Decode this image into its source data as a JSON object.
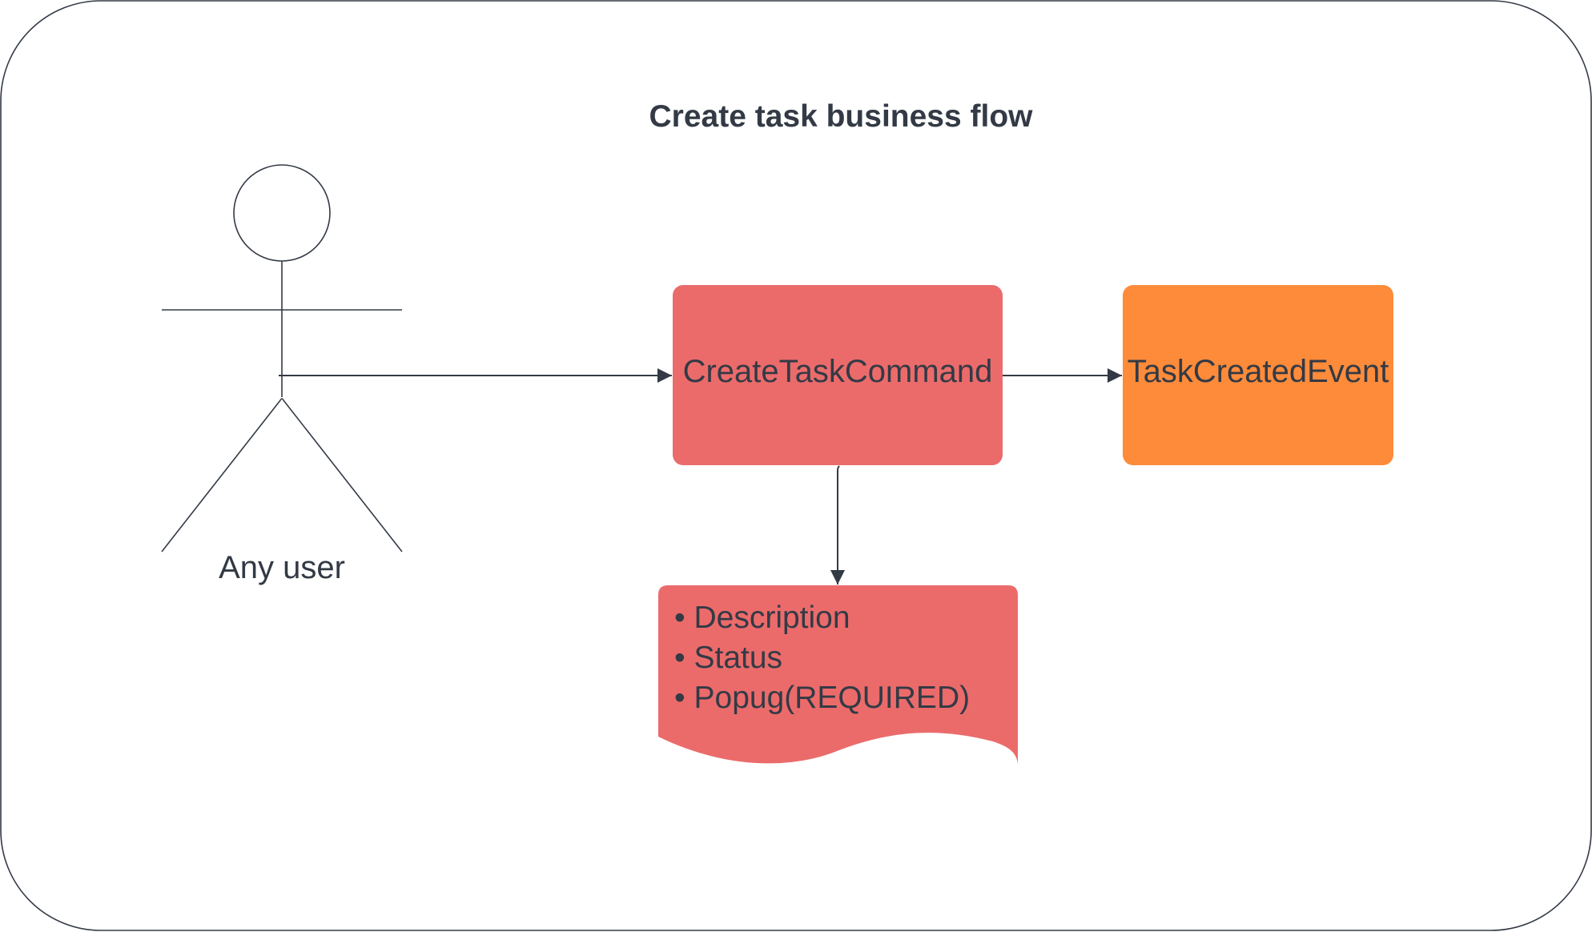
{
  "title": "Create task business flow",
  "actor": {
    "label": "Any user"
  },
  "command": {
    "label": "CreateTaskCommand"
  },
  "event": {
    "label": "TaskCreatedEvent"
  },
  "document": {
    "items": [
      "• Description",
      "• Status",
      "• Popug(REQUIRED)"
    ]
  },
  "colors": {
    "command": "#eb6b6b",
    "event": "#fd8b3a",
    "document": "#eb6b6b",
    "stroke": "#333a45"
  }
}
